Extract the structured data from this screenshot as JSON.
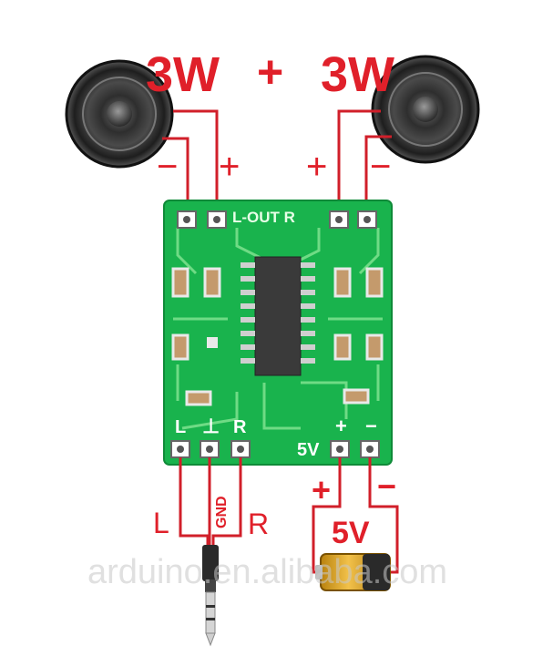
{
  "title": {
    "left_power": "3W",
    "plus": "+",
    "right_power": "3W"
  },
  "speakers": {
    "left_minus": "−",
    "left_plus": "+",
    "right_plus": "+",
    "right_minus": "−"
  },
  "board": {
    "top_label": "L-OUT R",
    "bottom_labels": {
      "l": "L",
      "gnd": "⊥",
      "r": "R",
      "five_v": "5V",
      "plus": "+",
      "minus": "−"
    }
  },
  "audio_jack": {
    "l": "L",
    "gnd": "GND",
    "r": "R"
  },
  "power": {
    "plus": "+",
    "minus": "−",
    "voltage": "5V"
  },
  "watermark": "arduino.en.alibaba.com",
  "colors": {
    "wire": "#d11f2a",
    "text_red": "#e0202a",
    "pcb": "#19b34d",
    "pcb_trace": "#7fe38f",
    "chip": "#3a3a3a",
    "battery_gold": "#d9a21a"
  }
}
